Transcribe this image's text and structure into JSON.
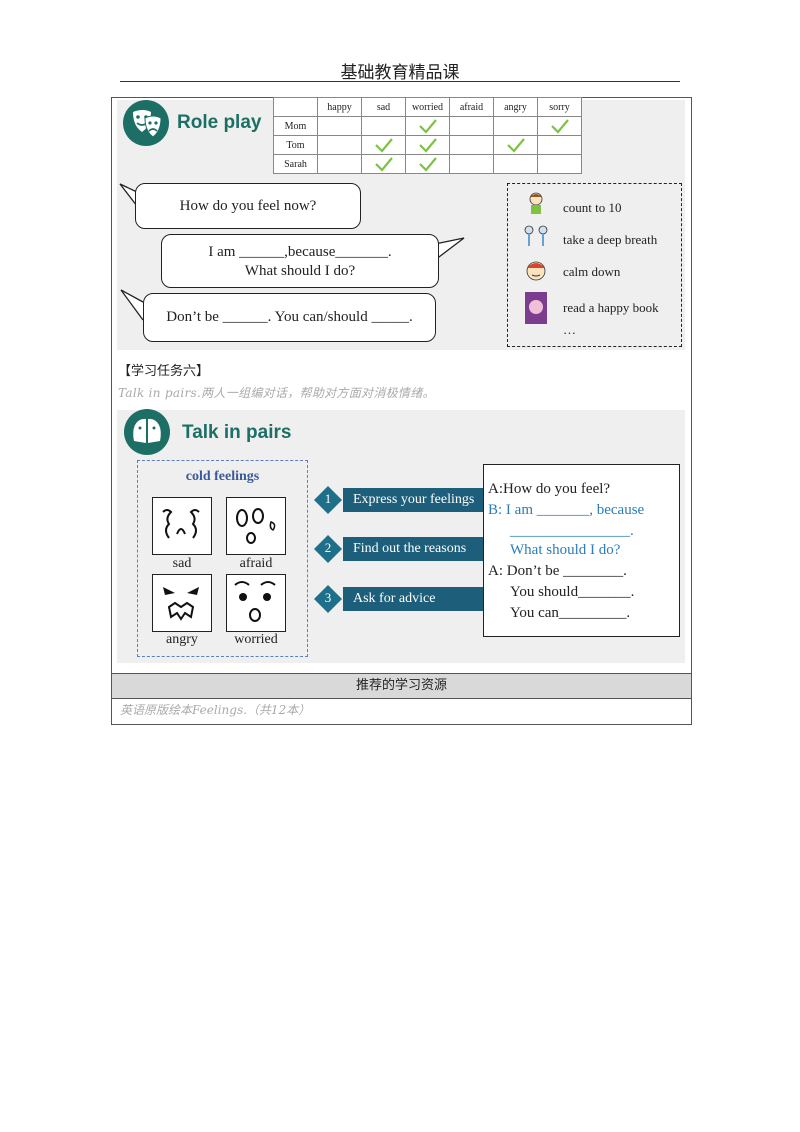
{
  "header": {
    "title": "基础教育精品课"
  },
  "role_play": {
    "title": "Role play",
    "table": {
      "columns": [
        "",
        "happy",
        "sad",
        "worried",
        "afraid",
        "angry",
        "sorry"
      ],
      "rows": [
        {
          "name": "Mom",
          "checks": [
            false,
            false,
            true,
            false,
            false,
            true
          ]
        },
        {
          "name": "Tom",
          "checks": [
            false,
            true,
            true,
            false,
            true,
            false
          ]
        },
        {
          "name": "Sarah",
          "checks": [
            false,
            true,
            true,
            false,
            false,
            false
          ]
        }
      ]
    },
    "bubbles": {
      "q1": "How do you feel now?",
      "a1_line1": "I am ______,because_______.",
      "a1_line2": "What should I do?",
      "a2": "Don’t be ______. You can/should _____."
    },
    "tips": [
      "count to 10",
      "take a deep breath",
      "calm down",
      "read a happy book",
      "…"
    ]
  },
  "task": {
    "label": "【学习任务六】",
    "desc": "Talk in pairs.两人一组编对话，帮助对方面对消极情绪。"
  },
  "talk_pairs": {
    "title": "Talk in pairs",
    "cold_title": "cold feelings",
    "faces": [
      "sad",
      "afraid",
      "angry",
      "worried"
    ],
    "steps": [
      {
        "num": "1",
        "text": "Express your feelings"
      },
      {
        "num": "2",
        "text": "Find out the reasons"
      },
      {
        "num": "3",
        "text": "Ask for advice"
      }
    ],
    "dialog": {
      "l1": "A:How do you feel?",
      "l2": "B: I am _______, because",
      "l3": "________________.",
      "l4": "What should I do?",
      "l5": "A: Don’t be ________.",
      "l6": "You should_______.",
      "l7": "You can_________."
    }
  },
  "resources": {
    "heading": "推荐的学习资源",
    "body": "英语原版绘本Feelings.（共12本）"
  },
  "colors": {
    "teal": "#1d6f66",
    "check": "#7dc242",
    "step_bar": "#1d5e7a",
    "blue_text": "#2a7db8"
  }
}
